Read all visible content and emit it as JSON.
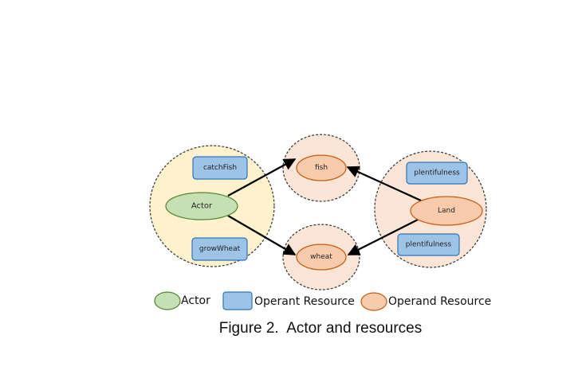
{
  "colors": {
    "actor_fill": "#c5e0b3",
    "actor_group_fill": "#fff2cc",
    "operant_fill": "#9dc3e6",
    "operant_stroke": "#2e75b6",
    "operand_fill": "#f8cbad",
    "operand_group_fill": "#fbe5d6",
    "arrow": "#000000"
  },
  "nodes": {
    "actor": "Actor",
    "catch_fish": "catchFish",
    "grow_wheat": "growWheat",
    "fish": "fish",
    "wheat": "wheat",
    "land": "Land",
    "plentifulness_top": "plentifulness",
    "plentifulness_bottom": "plentifulness"
  },
  "legend": {
    "actor": "Actor",
    "operant": "Operant Resource",
    "operand": "Operand Resource"
  },
  "caption": "Figure 2.  Actor and resources"
}
